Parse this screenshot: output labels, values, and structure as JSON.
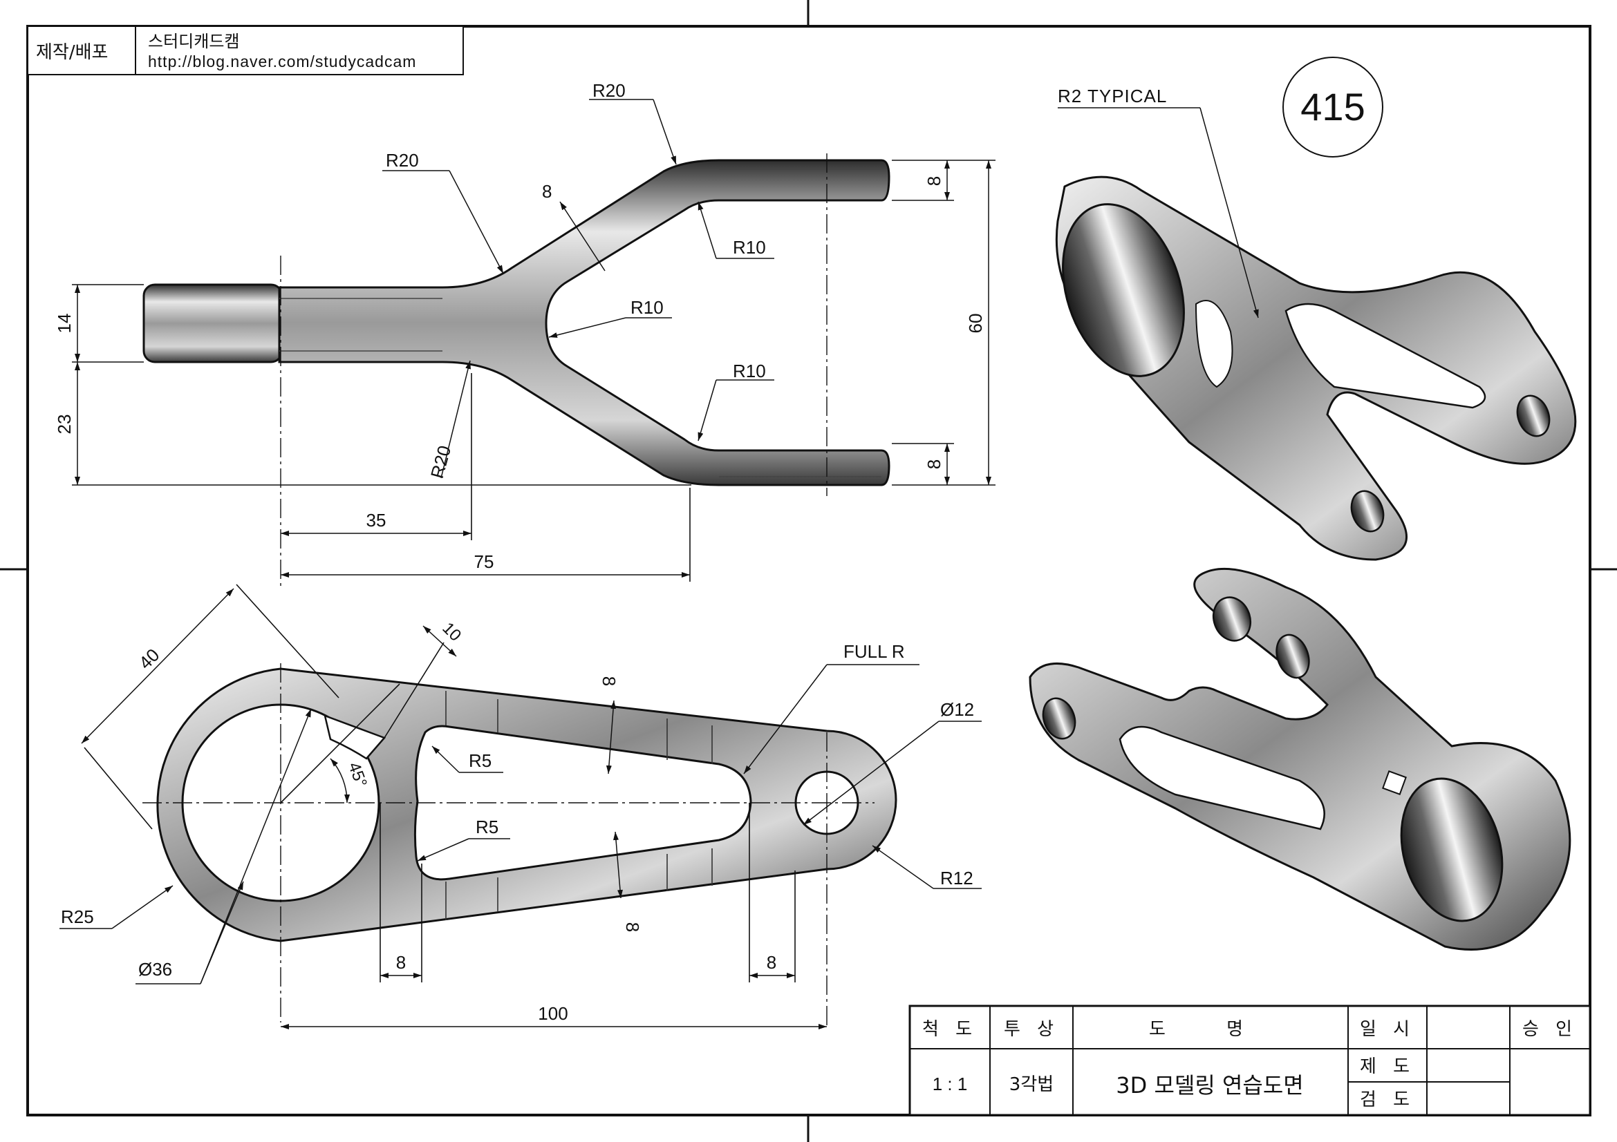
{
  "header": {
    "label_left": "제작/배포",
    "author": "스터디캐드캠",
    "url": "http://blog.naver.com/studycadcam"
  },
  "drawing_number": "415",
  "top_view": {
    "dims": {
      "r20_a": "R20",
      "r20_b": "R20",
      "r20_c": "R20",
      "r10_a": "R10",
      "r10_b": "R10",
      "r10_c": "R10",
      "t8": "8",
      "d14": "14",
      "d23": "23",
      "d60": "60",
      "d8_top": "8",
      "d8_bot": "8",
      "d35": "35",
      "d75": "75"
    }
  },
  "front_view": {
    "dims": {
      "d40": "40",
      "d10": "10",
      "a45": "45°",
      "r5_a": "R5",
      "r5_b": "R5",
      "t8_top": "8",
      "t8_bot": "8",
      "full_r": "FULL R",
      "phi12": "Ø12",
      "r12": "R12",
      "r25": "R25",
      "phi36": "Ø36",
      "d8_left": "8",
      "d8_right": "8",
      "d100": "100"
    }
  },
  "iso_note": "R2 TYPICAL",
  "title_block": {
    "scale_h": "척 도",
    "proj_h": "투 상",
    "name_h": "도 명",
    "date_h": "일 시",
    "approve_h": "승 인",
    "scale": "1 : 1",
    "proj": "3각법",
    "name": "3D 모델링 연습도면",
    "drawn": "제 도",
    "checked": "검 도"
  }
}
